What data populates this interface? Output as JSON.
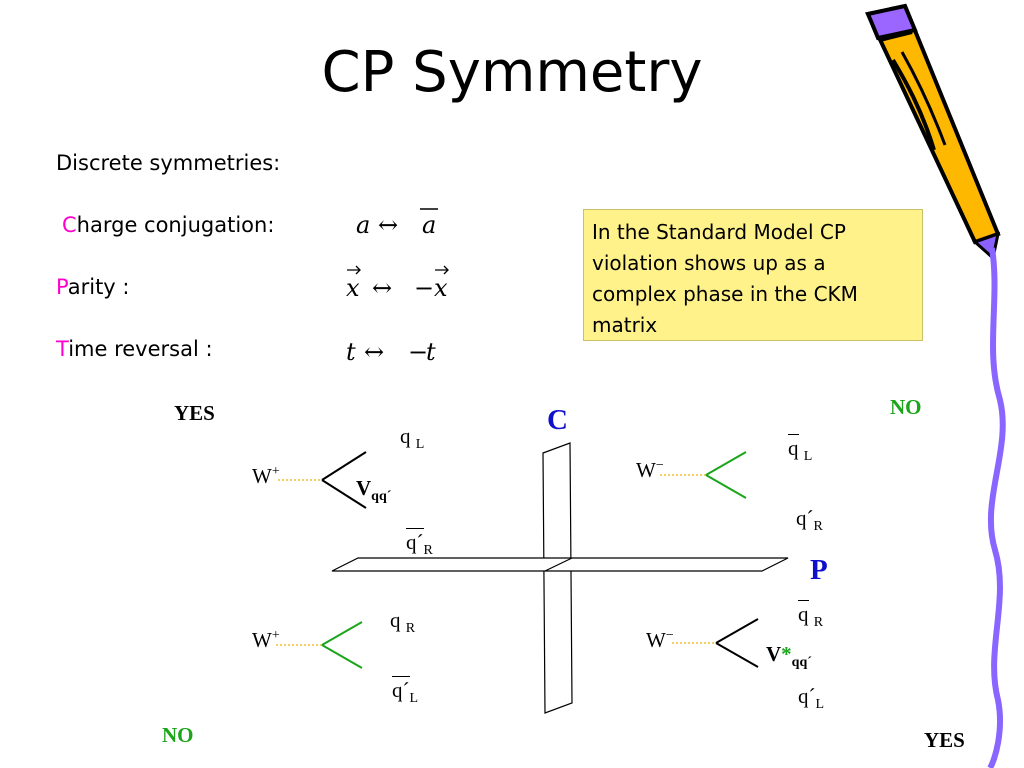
{
  "slide": {
    "title": "CP Symmetry",
    "subtitle": "Discrete symmetries:",
    "symmetries": [
      {
        "initial": "C",
        "rest": "harge conjugation:"
      },
      {
        "initial": "P",
        "rest": "arity :"
      },
      {
        "initial": "T",
        "rest": "ime reversal :"
      }
    ],
    "callout": "In the Standard Model CP violation shows up as a complex phase in the CKM matrix"
  },
  "diagram": {
    "axis_c": "C",
    "axis_p": "P",
    "top_left": {
      "verdict": "YES",
      "boson": "W",
      "charge": "+",
      "q1": "q",
      "q1_sub": "L",
      "q2": "q´",
      "q2_sub": "R",
      "coupling": "V",
      "coupling_sub": "qq´"
    },
    "top_right": {
      "verdict": "NO",
      "boson": "W",
      "charge": "−",
      "q1": "q",
      "q1_sub": "L",
      "q2": "q´",
      "q2_sub": "R"
    },
    "bottom_left": {
      "verdict": "NO",
      "boson": "W",
      "charge": "+",
      "q1": "q",
      "q1_sub": "R",
      "q2": "q´",
      "q2_sub": "L"
    },
    "bottom_right": {
      "verdict": "YES",
      "boson": "W",
      "charge": "−",
      "q1": "q",
      "q1_sub": "R",
      "q2": "q´",
      "q2_sub": "L",
      "coupling": "V",
      "coupling_star": "*",
      "coupling_sub": "qq´"
    }
  },
  "colors": {
    "accent": "#ff00cc",
    "green": "#1aa51a",
    "blue": "#1010cc",
    "callout_bg": "#fff28a",
    "w_line": "#f0c030"
  },
  "icons": {
    "corner": "pencil-icon"
  }
}
